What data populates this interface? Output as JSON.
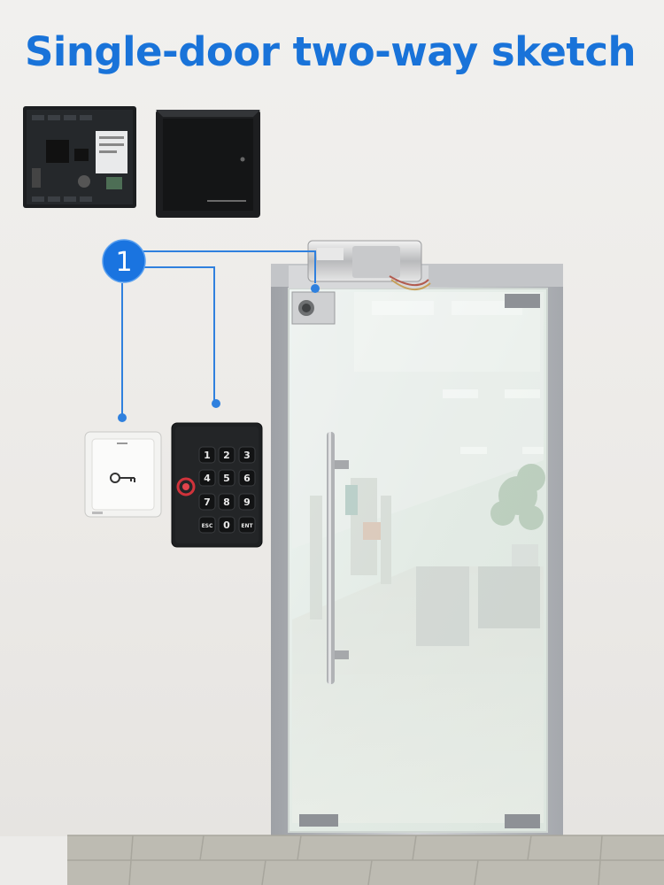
{
  "title": "Single-door two-way sketch",
  "marker": {
    "number": "1"
  },
  "keypad": {
    "keys": [
      "1",
      "2",
      "3",
      "4",
      "5",
      "6",
      "7",
      "8",
      "9",
      "ESC",
      "0",
      "ENT"
    ]
  },
  "colors": {
    "title": "#1973d9",
    "marker": "#1a74e0",
    "wire": "#2f80de",
    "door_frame": "#b6b8bc",
    "glass": "#e5ede8",
    "floor": "#bdbbb2"
  }
}
